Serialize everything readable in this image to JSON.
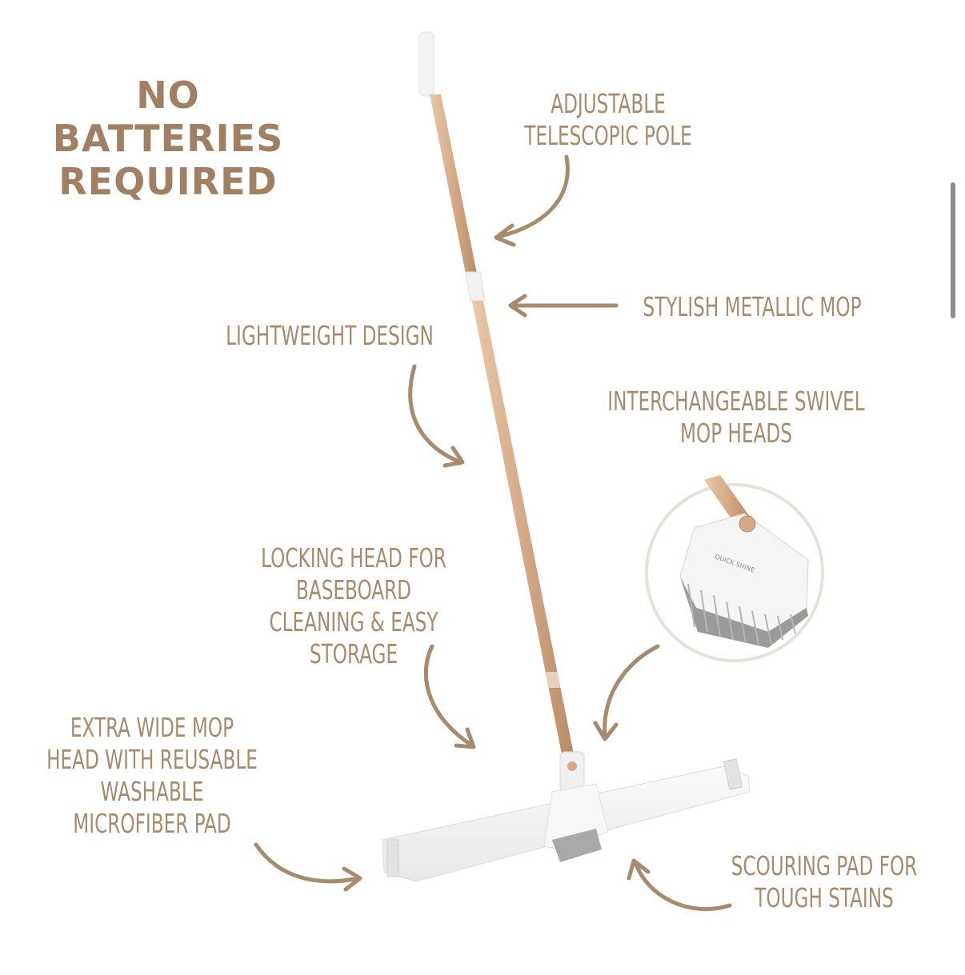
{
  "headline": {
    "lines": [
      "NO",
      "BATTERIES",
      "REQUIRED"
    ]
  },
  "callouts": {
    "pole": [
      "ADJUSTABLE",
      "TELESCOPIC POLE"
    ],
    "metallic": [
      "STYLISH METALLIC MOP"
    ],
    "lightweight": [
      "LIGHTWEIGHT DESIGN"
    ],
    "swivel": [
      "INTERCHANGEABLE SWIVEL",
      "MOP HEADS"
    ],
    "locking": [
      "LOCKING HEAD FOR",
      "BASEBOARD",
      "CLEANING & EASY",
      "STORAGE"
    ],
    "wide": [
      "EXTRA WIDE MOP",
      "HEAD WITH REUSABLE",
      "WASHABLE",
      "MICROFIBER PAD"
    ],
    "scouring": [
      "SCOURING PAD FOR",
      "TOUGH STAINS"
    ]
  },
  "product": {
    "brand_mark": "QUICK SHINE"
  },
  "colors": {
    "text": "#a88a6c",
    "headline": "#a08060",
    "pole_gold": "#d8b08e",
    "mop_white": "#f4f4f4",
    "scour_gray": "#a9a9a9"
  }
}
